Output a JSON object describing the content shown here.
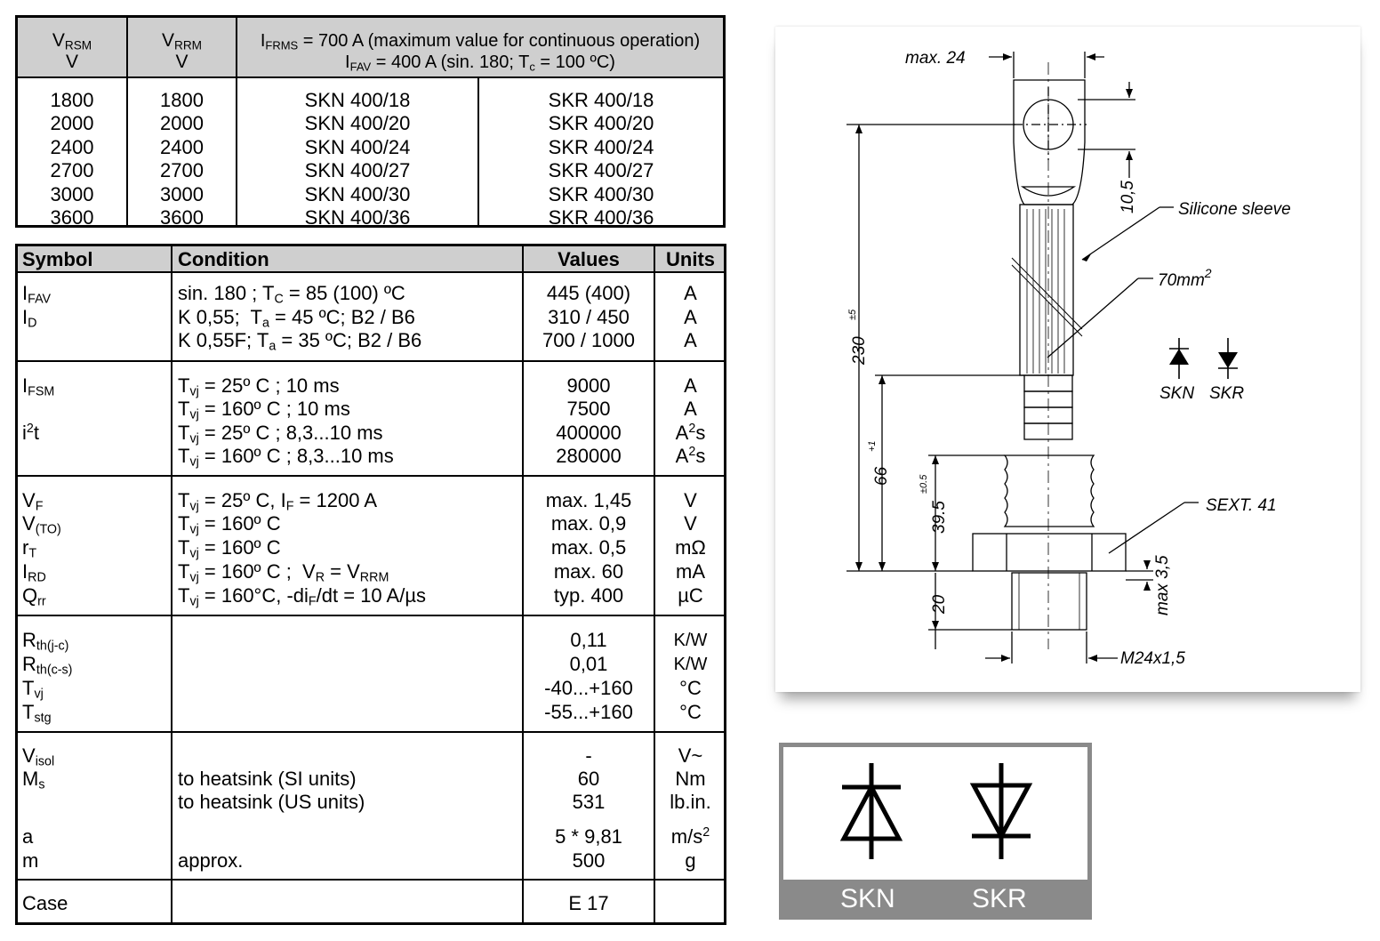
{
  "table1": {
    "header": {
      "c1_line1": "V",
      "c1_sub": "RSM",
      "c1_line2": "V",
      "c2_line1": "V",
      "c2_sub": "RRM",
      "c2_line2": "V",
      "c3_a1": "I",
      "c3_a_sub": "FRMS",
      "c3_a2": " = 700 A (maximum value for continuous operation)",
      "c3_b1": "I",
      "c3_b_sub": "FAV",
      "c3_b2": " = 400 A (sin. 180; T",
      "c3_b_sub2": "c",
      "c3_b3": " = 100 ºC)"
    },
    "vrsm": [
      "1800",
      "2000",
      "2400",
      "2700",
      "3000",
      "3600"
    ],
    "vrrm": [
      "1800",
      "2000",
      "2400",
      "2700",
      "3000",
      "3600"
    ],
    "skn": [
      "SKN 400/18",
      "SKN 400/20",
      "SKN 400/24",
      "SKN 400/27",
      "SKN 400/30",
      "SKN 400/36"
    ],
    "skr": [
      "SKR 400/18",
      "SKR 400/20",
      "SKR 400/24",
      "SKR 400/27",
      "SKR 400/30",
      "SKR 400/36"
    ]
  },
  "table2": {
    "headers": {
      "symbol": "Symbol",
      "condition": "Condition",
      "values": "Values",
      "units": "Units"
    },
    "g1": {
      "s1a": "I",
      "s1b": "FAV",
      "s2a": "I",
      "s2b": "D",
      "c1a": "sin. 180 ; T",
      "c1b": "C",
      "c1c": " = 85 (100) ºC",
      "c2a": "K 0,55;  T",
      "c2b": "a",
      "c2c": " = 45 ºC; B2 / B6",
      "c3a": "K 0,55F; T",
      "c3b": "a",
      "c3c": " = 35 ºC; B2 / B6",
      "values": [
        "445 (400)",
        "310 / 450",
        "700 / 1000"
      ],
      "units": [
        "A",
        "A",
        "A"
      ]
    },
    "g2": {
      "s1a": "I",
      "s1b": "FSM",
      "s2a": "i",
      "s2sup": "2",
      "s2b": "t",
      "ca": "T",
      "cb": "vj",
      "cc": [
        " = 25º C ; 10 ms",
        " = 160º C ; 10 ms",
        " = 25º C ; 8,3...10 ms",
        " = 160º C ; 8,3...10 ms"
      ],
      "values": [
        "9000",
        "7500",
        "400000",
        "280000"
      ],
      "units": [
        "A",
        "A",
        "A",
        "A"
      ],
      "unit_s": "s",
      "unit_sup": "2"
    },
    "g3": {
      "s1a": "V",
      "s1b": "F",
      "s2a": "V",
      "s2b": "(TO)",
      "s3a": "r",
      "s3b": "T",
      "s4a": "I",
      "s4b": "RD",
      "s5a": "Q",
      "s5b": "rr",
      "ca": "T",
      "cb": "vj",
      "c1c": " = 25º C, I",
      "c1d": "F",
      "c1e": " = 1200 A",
      "c2c": " = 160º C",
      "c3c": " = 160º C",
      "c4c": " = 160º C ;  V",
      "c4d": "R",
      "c4e": " = V",
      "c4f": "RRM",
      "c5c": " = 160°C, -di",
      "c5d": "F",
      "c5e": "/dt = 10 A/µs",
      "values": [
        "max. 1,45",
        "max. 0,9",
        "max. 0,5",
        "max. 60",
        "typ. 400"
      ],
      "units": [
        "V",
        "V",
        "mΩ",
        "mA",
        "µC"
      ]
    },
    "g4": {
      "s1a": "R",
      "s1b": "th(j-c)",
      "s2a": "R",
      "s2b": "th(c-s)",
      "s3a": "T",
      "s3b": "vj",
      "s4a": "T",
      "s4b": "stg",
      "values": [
        "0,11",
        "0,01",
        "-40...+160",
        "-55...+160"
      ],
      "units": [
        "K/W",
        "K/W",
        "°C",
        "°C"
      ]
    },
    "g5": {
      "s1a": "V",
      "s1b": "isol",
      "s2a": "M",
      "s2b": "s",
      "s3": "a",
      "s4": "m",
      "cond": [
        "to heatsink (SI units)",
        "to heatsink (US units)",
        "approx."
      ],
      "values": [
        "-",
        "60",
        "531",
        "5 * 9,81",
        "500"
      ],
      "units": [
        "V~",
        "Nm",
        "lb.in.",
        "m/s",
        "g"
      ],
      "unit_sup": "2"
    },
    "g6": {
      "symbol": "Case",
      "value": "E 17"
    }
  },
  "drawing": {
    "max24": "max.  24",
    "d105": "10,5",
    "silicone": "Silicone  sleeve",
    "mm70": "70mm",
    "mm70_sup": "2",
    "d230": "230",
    "d230_tol": "±5",
    "d66": "66",
    "d66_tol": "+1",
    "d395": "39.5",
    "d395_tol": "±0.5",
    "sext": "SEXT.  41",
    "d35": "max  3,5",
    "d20": "20",
    "thread": "M24x1,5",
    "skn": "SKN",
    "skr": "SKR"
  },
  "symbols": {
    "skn": "SKN",
    "skr": "SKR"
  }
}
